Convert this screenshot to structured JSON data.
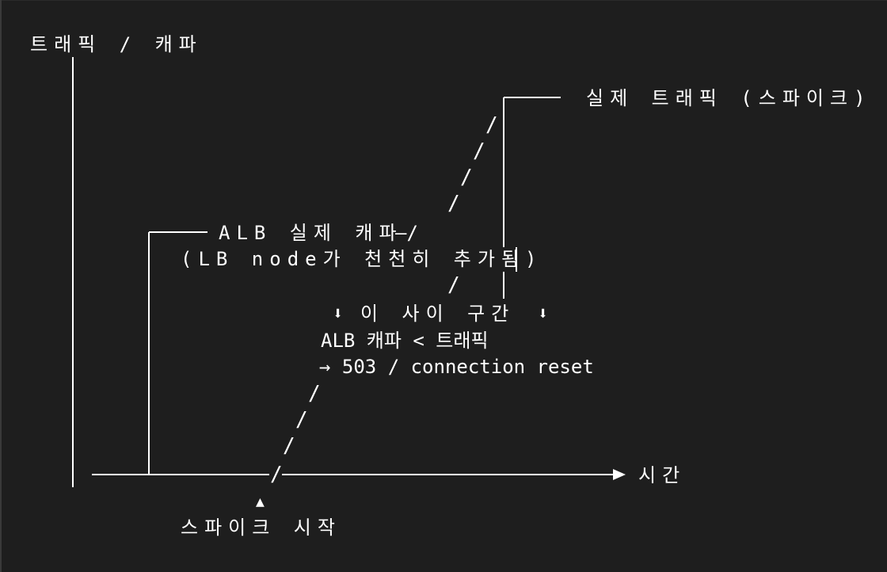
{
  "y_axis_label": "트래픽 / 캐파",
  "x_axis_label": "시간",
  "traffic_label": "실제 트래픽 (스파이크)",
  "alb_label_line1": "ALB 실제 캐파 ",
  "alb_label_dash": "—/",
  "alb_label_line2": "(LB node가 천천히 추가됨)",
  "gap_label": "이 사이 구간",
  "gap_arrow_left": "⬇",
  "gap_arrow_right": "⬇",
  "gap_line2": "ALB 캐파 < 트래픽",
  "gap_line3": "→ 503 / connection reset",
  "spike_marker": "▲",
  "spike_label": "스파이크 시작",
  "colors": {
    "background": "#1e1e1e",
    "foreground": "#ffffff"
  }
}
